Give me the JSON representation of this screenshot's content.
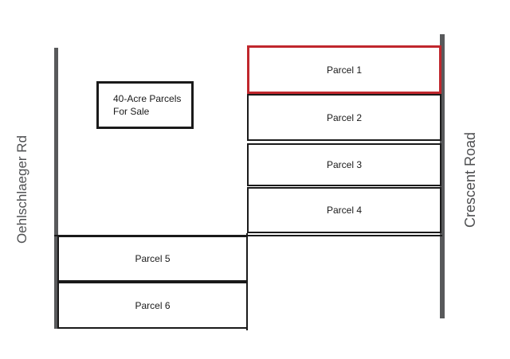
{
  "legend": {
    "line1": "40-Acre Parcels",
    "line2": "For Sale"
  },
  "roads": {
    "left_label": "Oehlschlaeger Rd",
    "right_label": "Crescent Road"
  },
  "parcels": [
    {
      "label": "Parcel 1",
      "highlighted": true
    },
    {
      "label": "Parcel 2",
      "highlighted": false
    },
    {
      "label": "Parcel 3",
      "highlighted": false
    },
    {
      "label": "Parcel 4",
      "highlighted": false
    },
    {
      "label": "Parcel 5",
      "highlighted": false
    },
    {
      "label": "Parcel 6",
      "highlighted": false
    }
  ],
  "colors": {
    "highlight_border": "#c0272d",
    "boundary_line": "#1a1a1a",
    "road": "#58595b"
  }
}
